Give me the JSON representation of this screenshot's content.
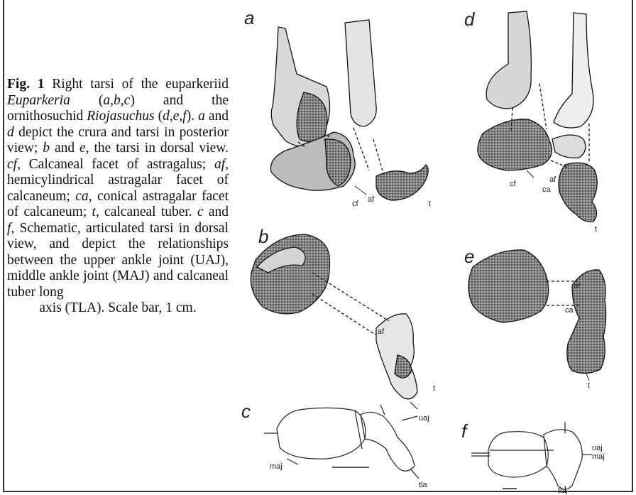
{
  "caption": {
    "fig_label": "Fig. 1",
    "seg1": " Right tarsi of the euparkeriid ",
    "euparkeria": "Euparkeria",
    "seg2": " (",
    "abc": "a,b,c",
    "seg3": ") and the ornithosuchid ",
    "riojasuchus": "Riojasuchus",
    "seg4": " (",
    "def": "d,e,f",
    "seg5": "). ",
    "a": "a",
    "seg6": " and ",
    "d": "d",
    "seg7": " depict the crura and tarsi in posterior view; ",
    "b": "b",
    "seg8": " and ",
    "e": "e",
    "seg9": ", the tarsi in dorsal view. ",
    "cf": "cf",
    "seg10": ", Calcaneal facet of astragalus; ",
    "af": "af",
    "seg11": ", hemicylindrical astragalar facet of calcaneum; ",
    "ca": "ca",
    "seg12": ", conical astragalar facet of calcaneum; ",
    "t": "t",
    "seg13": ", calcaneal tuber. ",
    "c": "c",
    "seg14": " and ",
    "f": "f",
    "seg15": ", Schematic, articulated tarsi in dorsal view, and depict the relationships between the upper ankle joint (UAJ), middle ankle joint (MAJ) and calcaneal tuber long",
    "last_line": "axis (TLA). Scale bar, 1 cm."
  },
  "panels": {
    "a": "a",
    "b": "b",
    "c": "c",
    "d": "d",
    "e": "e",
    "f": "f"
  },
  "annotations": {
    "cf": "cf",
    "af": "af",
    "ca": "ca",
    "t": "t",
    "uaj": "uaj",
    "maj": "maj",
    "tla": "tla"
  }
}
